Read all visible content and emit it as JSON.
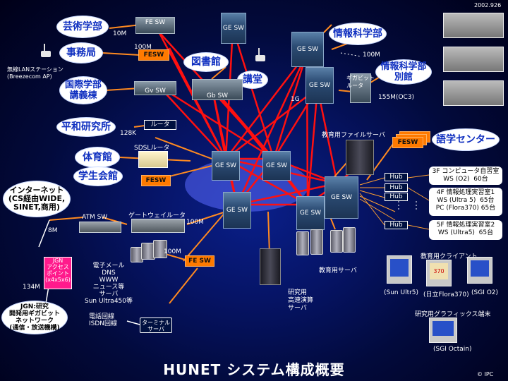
{
  "date": "2002.926",
  "copyright": "© IPC",
  "title": "HUNET システム構成概要",
  "sites": {
    "geijutsu": "芸術学部",
    "jimukyoku": "事務局",
    "kokusai": "国際学部\n講義棟",
    "toshokan": "図書館",
    "kodo": "講堂",
    "johokagaku": "情報科学部",
    "johokagaku_bekkan": "情報科学部\n別館",
    "heiwa": "平和研究所",
    "taiikukan": "体育館",
    "gakuseikaikan": "学生会館",
    "gogaku": "語学センター",
    "internet": "インターネット\n(CS経由WIDE,\nSINET,商用)",
    "jgn_research": "JGN:研究\n開発用ギガビット\nネットワーク\n(通信・放送機構)"
  },
  "devices": {
    "fe_sw": "FE SW",
    "fesw": "FESW",
    "ge_sw": "GE SW",
    "gv_sw": "Gv SW",
    "gb_sw": "Gb SW",
    "router": "ルータ",
    "sdsl_router": "SDSLルータ",
    "gigabit_router": "ギガビット\nルータ",
    "atm_sw": "ATM SW",
    "gateway_router": "ゲートウェイルータ",
    "hub": "Hub",
    "jgn_ap": "JGN\nアクセス\nポイント\n(x4x5x6)"
  },
  "speeds": {
    "s10m": "10M",
    "s100m_a": "100M",
    "s100m_b": "100M",
    "s100m_c": "100M",
    "s100m_d": "100M",
    "s1g": "1G",
    "s155m": "155M(OC3)",
    "s128k": "128K",
    "s8m": "8M",
    "s134m": "134M"
  },
  "wireless": "無線LANステーション\n(Breezecom AP)",
  "servers": {
    "file_server": "教育用ファイルサーバ",
    "edu_server": "教育用サーバ",
    "mail": "電子メール\nDNS\nWWW\nニュース等\nサーバ\nSun Ultra450等",
    "research": "研究用\n高速演算\nサーバ",
    "phone": "電話回線\nISDN回線",
    "terminal": "ターミナル\nサーバ"
  },
  "labs": {
    "lab3f": "3F コンピュータ自習室\nWS (O2)  60台",
    "lab4f": "4F 情報処理実習室1\nWS (Ultra 5)  65台\nPC (Flora370) 65台",
    "lab5f": "5F 情報処理実習室2\nWS (Ultra5)  65台"
  },
  "clients": {
    "title": "教育用クライアント",
    "sun": "(Sun Ultr5)",
    "hitachi": "(日立Flora370)",
    "sgi_o2": "(SGI O2)",
    "graphics_title": "研究用グラフィックス端末",
    "sgi_octane": "(SGI Octain)",
    "screen_370": "370"
  }
}
